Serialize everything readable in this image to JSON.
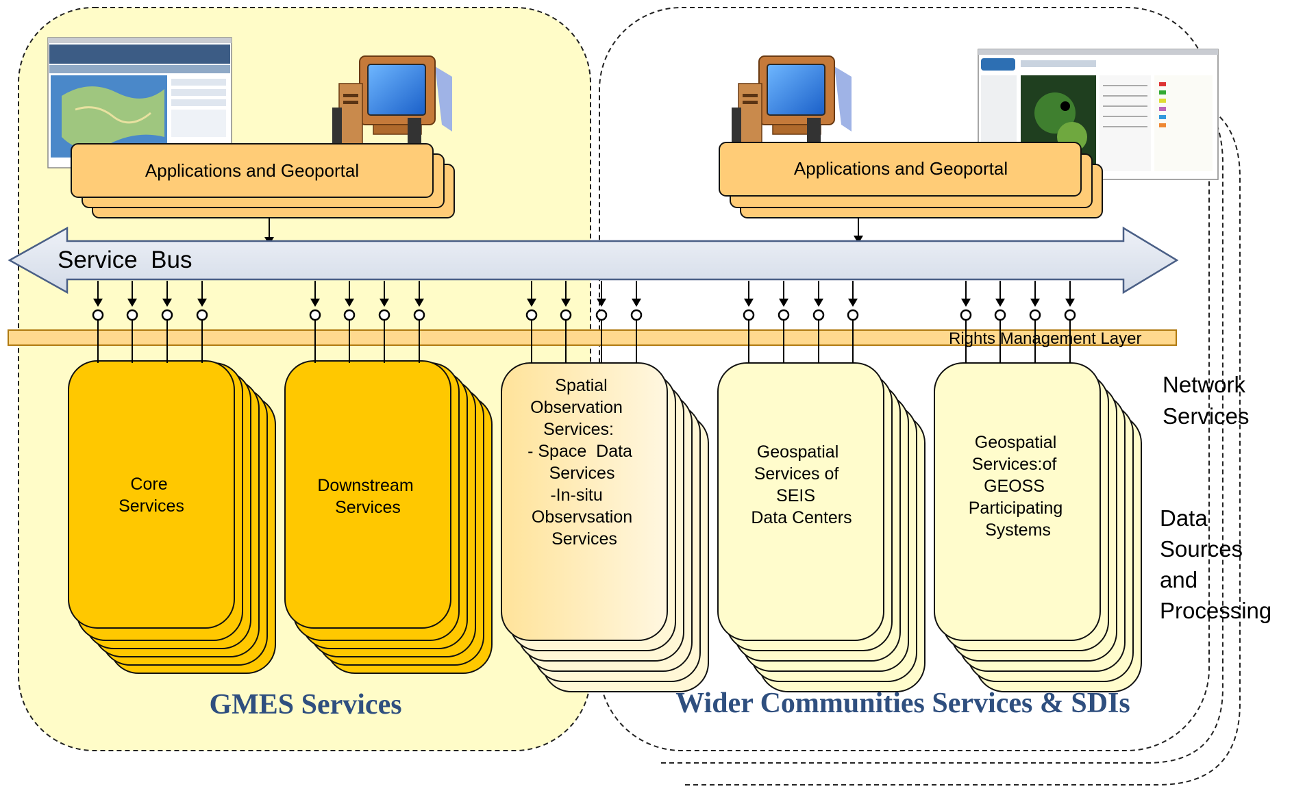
{
  "regions": {
    "gmes": {
      "title": "GMES Services"
    },
    "wider": {
      "title": "Wider Communities Services & SDIs"
    }
  },
  "geoportals": {
    "left": {
      "label": "Applications and Geoportal"
    },
    "right": {
      "label": "Applications and Geoportal"
    }
  },
  "service_bus": {
    "label": "Service  Bus"
  },
  "rights_layer": {
    "label": "Rights Management Layer"
  },
  "side_labels": {
    "network_services": [
      "Network",
      "Services"
    ],
    "data_sources": [
      "Data",
      "Sources",
      "and",
      "Processing"
    ]
  },
  "service_stacks": [
    {
      "id": "core",
      "lines": [
        "Core",
        "Services"
      ]
    },
    {
      "id": "downstream",
      "lines": [
        "Downstream",
        "Services"
      ]
    },
    {
      "id": "spatial-observation",
      "lines": [
        "Spatial",
        "Observation",
        "Services:",
        "",
        "- Space  Data",
        "Services",
        "",
        "-In-situ",
        "Observsation",
        "Services"
      ]
    },
    {
      "id": "seis",
      "lines": [
        "Geospatial",
        "Services of",
        "SEIS",
        "Data Centers"
      ]
    },
    {
      "id": "geoss",
      "lines": [
        "Geospatial",
        "Services:of",
        "GEOSS",
        "Participating",
        "Systems"
      ]
    }
  ],
  "colors": {
    "gmes_region_fill": "#fffcc8",
    "geoportal_fill": "#ffcc77",
    "bus_fill": "#dde3ee",
    "rights_fill": "#ffd98e",
    "stack_strong": "#ffc800",
    "stack_pale": "#fffccc",
    "title_blue": "#2f4f7f"
  }
}
